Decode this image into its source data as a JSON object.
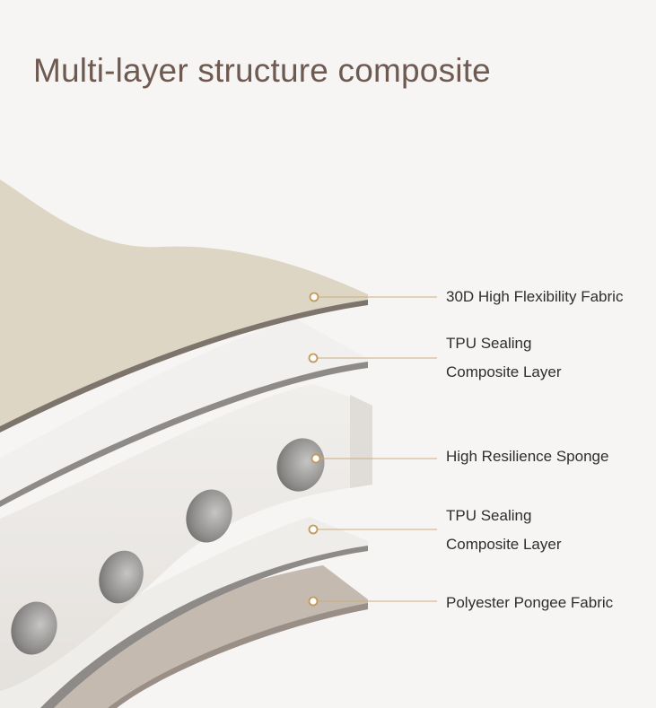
{
  "title": "Multi-layer structure composite",
  "colors": {
    "background": "#f6f5f3",
    "title": "#6f5a52",
    "top_fabric": "#ddd6c4",
    "pongee_fabric": "#c4bab0",
    "sponge": "#eceae7",
    "leader_line": "#c9ad7e",
    "marker": "#c49a5a"
  },
  "layers": [
    {
      "lines": [
        "30D High Flexibility Fabric"
      ]
    },
    {
      "lines": [
        "TPU Sealing",
        "Composite Layer"
      ]
    },
    {
      "lines": [
        "High Resilience Sponge"
      ]
    },
    {
      "lines": [
        "TPU Sealing",
        "Composite Layer"
      ]
    },
    {
      "lines": [
        "Polyester Pongee Fabric"
      ]
    }
  ]
}
